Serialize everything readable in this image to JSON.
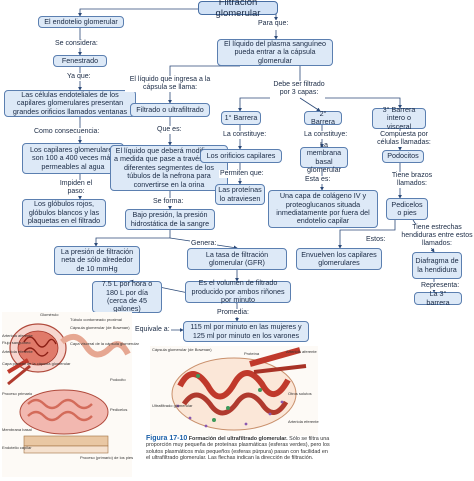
{
  "title": "Filtración glomerular",
  "nodes": {
    "endotelio": "El endotelio glomerular",
    "fenestrado": "Fenestrado",
    "celulas_endoteliales": "Las células endoteliales de los capilares glomerulares presentan grandes orificios llamados ventanas",
    "capilares_porosos": "Los capilares glomerulares son 100 a 400 veces más permeables al agua",
    "globulos": "Los glóbulos rojos, glóbulos blancos y las plaquetas en el filtrado",
    "liquido_plasma": "El líquido del plasma sanguíneo pueda entrar a la cápsula glomerular",
    "filtrado_ultra": "Filtrado o ultrafiltrado",
    "liquido_modificarse": "El líquido que deberá modificarse a medida que pase a través de los diferentes segmentes de los túbulos de la nefrona para convertirse en la orina",
    "presion_hidrostatica": "Bajo presión, la presión hidrostática de la sangre",
    "presion_filtracion": "La presión de filtración neta de sólo alrededor de 10 mmHg",
    "tasa_gfr": "La tasa de filtración glomerular (GFR)",
    "volumen_filtrado": "Es el volumen de filtrado producido por ambos riñones por minuto",
    "valor_l": "7.5 L por hora o 180 L por día (cerca de 45 galones)",
    "valor_ml": "115 ml por minuto en las mujeres y 125 ml por minuto en los varones",
    "barrera1": "1° Barrera",
    "orificios": "Los orificios capilares",
    "proteinas": "Las proteínas lo atraviesen",
    "barrera2": "2° Barrera",
    "membrana_basal": "La membrana basal glomerular",
    "capa_colageno": "Una capa de colágeno IV y proteoglucanos situada inmediatamente por fuera del endotelio capilar",
    "barrera3": "3° Barrera intero o visceral",
    "podocitos": "Podocitos",
    "pedicelos": "Pedicelos o pies",
    "diafragma": "Diafragma de la hendidura",
    "envuelven": "Envuelven los capilares glomerulares",
    "tercera": "La 3° barrera"
  },
  "labels": {
    "se_considera": "Se considera:",
    "ya_que": "Ya que:",
    "consecuencia": "Como consecuencia:",
    "impiden": "Impiden el paso:",
    "para_que": "Para que:",
    "liquido_ingresa": "El líquido que ingresa a la cápsula se llama:",
    "debe_ser": "Debe ser filtrado por 3 capas:",
    "que_es": "Que es:",
    "se_forma": "Se forma:",
    "genera": "Genera:",
    "promedia": "Promedia:",
    "equivale": "Equivale a:",
    "constituye1": "La constituye:",
    "permiten": "Permiten que:",
    "constituye2": "La constituye:",
    "esta_es": "Esta es:",
    "compuesta": "Compuesta por células llamadas:",
    "tienen_brazos": "Tiene brazos llamados:",
    "estrechas": "Tiene estrechas hendiduras entre estos llamados:",
    "estos": "Estos:",
    "representa": "Representa:"
  },
  "figure": {
    "caption_title": "Figura 17-10",
    "caption_subtitle": "Formación del ultrafiltrado glomerular.",
    "caption_body": "Sólo se filtra una proporción muy pequeña de proteínas plasmáticas (esferas verdes), pero los solutos plasmáticos más pequeños (esferas púrpura) pasan con facilidad en el ultrafiltrado glomerular. Las flechas indican la dirección de filtración.",
    "labels_left": [
      "Glomérulo",
      "Arteriola aferente",
      "Flujo sanguíneo",
      "Arteriola eferente",
      "Capa parietal de la cápsula glomerular",
      "Túbulo contorneado proximal",
      "Cápsula glomerular (de Bowman)",
      "Capa visceral de la cápsula glomerular",
      "Podocito",
      "Proceso primario",
      "Pedicelos",
      "Membrana basal",
      "Endotelio capilar",
      "Proceso (primario) de los pies"
    ],
    "labels_right": [
      "Cápsula glomerular (de Bowman)",
      "Proteína",
      "Arteriola aferente",
      "Otros solutos",
      "Arteriola eferente",
      "Ultrafiltrado glomerular"
    ]
  },
  "colors": {
    "node_fill": "#dde9f7",
    "node_border": "#5b7fb0",
    "arrow": "#2c4a78",
    "tissue_red": "#c0392b",
    "tissue_pink": "#f2b8b0",
    "caption_blue": "#1a5fa8"
  }
}
